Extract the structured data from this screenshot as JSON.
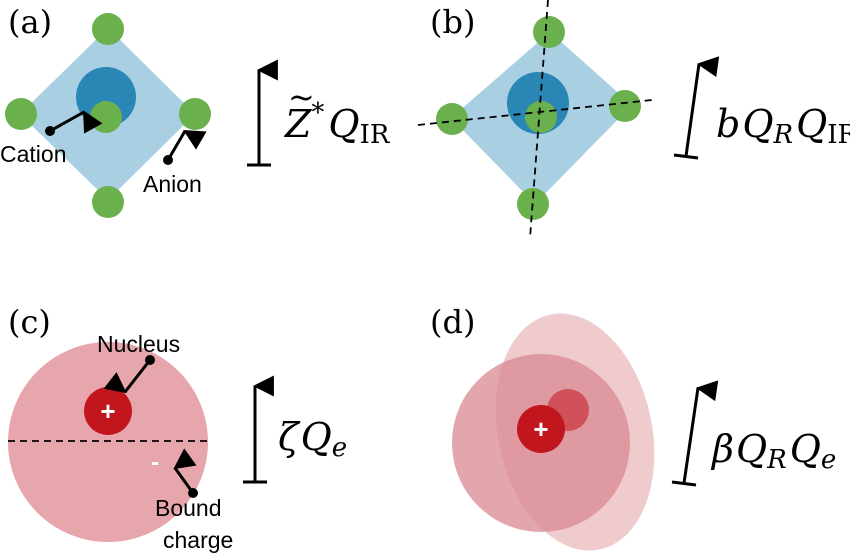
{
  "panels": {
    "a": {
      "label": "(a)",
      "callouts": {
        "cation": "Cation",
        "anion": "Anion"
      },
      "expression": {
        "main": "Z",
        "accent": "~",
        "sup": "*",
        "q": "Q",
        "sub": "IR"
      }
    },
    "b": {
      "label": "(b)",
      "expression": {
        "b": "b",
        "q1": "Q",
        "sub1": "R",
        "q2": "Q",
        "sub2": "IR"
      }
    },
    "c": {
      "label": "(c)",
      "callouts": {
        "nucleus": "Nucleus",
        "bound_line1": "Bound",
        "bound_line2": "charge"
      },
      "signs": {
        "plus": "+",
        "minus": "-"
      },
      "expression": {
        "zeta": "ζ",
        "q": "Q",
        "sub": "e"
      }
    },
    "d": {
      "label": "(d)",
      "signs": {
        "plus": "+"
      },
      "expression": {
        "beta": "β",
        "q1": "Q",
        "sub1": "R",
        "q2": "Q",
        "sub2": "e"
      }
    }
  },
  "colors": {
    "diamond": "#a9cfe3",
    "cation": "#2a86b5",
    "ion": "#6ab04c",
    "cloud": "#e6a6ab",
    "cloud_shifted": "#e8b5b9",
    "nucleus": "#c2161f",
    "ink": "#000000"
  }
}
